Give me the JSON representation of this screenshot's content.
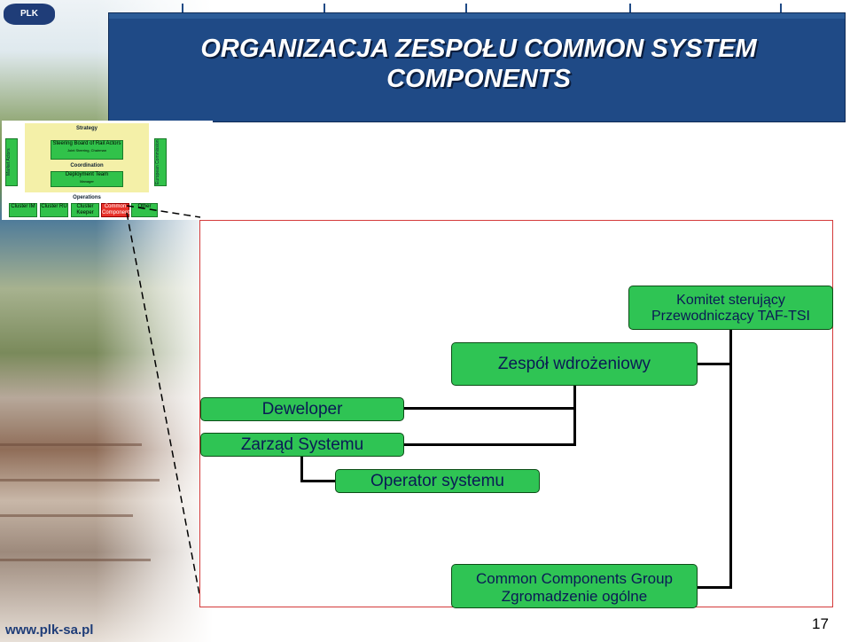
{
  "header": {
    "logo_text": "PLK",
    "title_line1": "ORGANIZACJA ZESPOŁU COMMON SYSTEM",
    "title_line2": "COMPONENTS"
  },
  "thumbnail": {
    "strategy": "Strategy",
    "steering_board": "Steering Board of Rail Actors",
    "steering_sub": "Joint Steering, Chairman",
    "coordination": "Coordination",
    "deployment_team": "Deployment Team",
    "deployment_sub": "Manager",
    "operations": "Operations",
    "left_side": "Market Actors",
    "right_side": "European Commission",
    "clusters": [
      "Cluster IM",
      "Cluster RU",
      "Cluster Keeper",
      "Common Components",
      "Other"
    ]
  },
  "diagram": {
    "komitet_line1": "Komitet sterujący",
    "komitet_line2": "Przewodniczący TAF-TSI",
    "zespol": "Zespół wdrożeniowy",
    "deweloper": "Deweloper",
    "zarzad": "Zarząd Systemu",
    "operator": "Operator systemu",
    "ccg_line1": "Common Components Group",
    "ccg_line2": "Zgromadzenie ogólne"
  },
  "footer": {
    "url": "www.plk-sa.pl",
    "page_number": "17"
  },
  "colors": {
    "banner": "#1f4a86",
    "box_green": "#2fc454",
    "frame_red": "#d43a3a",
    "box_text": "#0a1a55"
  }
}
